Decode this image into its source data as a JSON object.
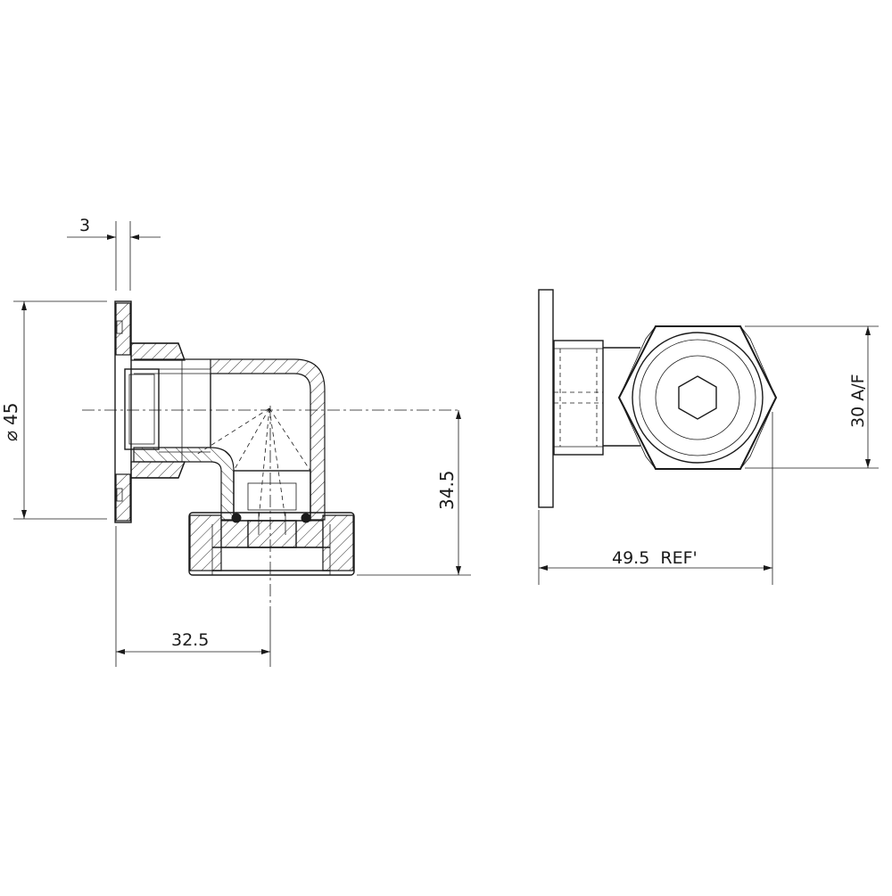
{
  "drawing": {
    "dimensions": {
      "flange_thickness": "3",
      "flange_diameter": "45",
      "diameter_symbol": "⌀",
      "drop": "34.5",
      "offset": "32.5",
      "overall_length": "49.5  REF'",
      "hex_across_flats": "30 A/F"
    }
  },
  "colors": {
    "line": "#1a1a1a",
    "background": "#ffffff"
  }
}
